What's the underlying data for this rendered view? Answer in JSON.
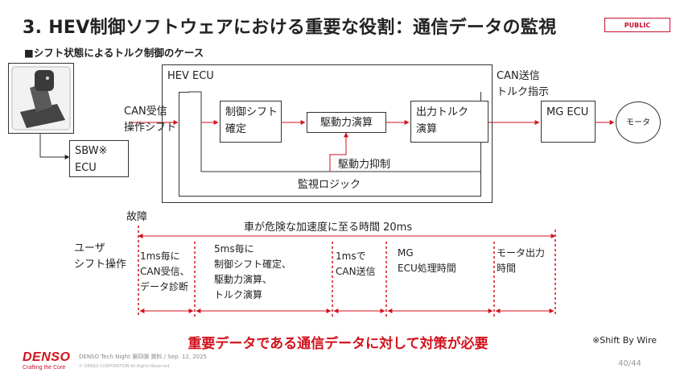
{
  "title": "3. HEV制御ソフトウェアにおける重要な役割：通信データの監視",
  "classification": "PUBLIC",
  "subtitle": "■シフト状態によるトルク制御のケース",
  "diagram": {
    "hev_ecu_label": "HEV ECU",
    "sbw_line1": "SBW※",
    "sbw_line2": "ECU",
    "can_recv_line1": "CAN受信",
    "can_recv_line2": "操作シフト",
    "shift_confirm_line1": "制御シフト",
    "shift_confirm_line2": "確定",
    "drive_calc": "駆動力演算",
    "output_torque_line1": "出力トルク",
    "output_torque_line2": "演算",
    "drive_suppress": "駆動力抑制",
    "monitor_logic": "監視ロジック",
    "can_send_line1": "CAN送信",
    "can_send_line2": "トルク指示",
    "mg_ecu": "MG ECU",
    "motor": "モータ"
  },
  "timeline": {
    "fault": "故障",
    "total": "車が危険な加速度に至る時間 20ms",
    "user_line1": "ユーザ",
    "user_line2": "シフト操作",
    "seg1": [
      "1ms毎に",
      "CAN受信、",
      "データ診断"
    ],
    "seg2": [
      "5ms毎に",
      "制御シフト確定、",
      "駆動力演算、",
      "トルク演算"
    ],
    "seg3": [
      "1msで",
      "CAN送信"
    ],
    "seg4": [
      "MG",
      "ECU処理時間"
    ],
    "seg5": [
      "モータ出力",
      "時間"
    ]
  },
  "warning": "重要データである通信データに対して対策が必要",
  "footnote": "※Shift By Wire",
  "footer": {
    "logo": "DENSO",
    "tagline": "Crafting the Core",
    "info": "DENSO Tech Night 第四弾 資料 / Sep. 12, 2025",
    "copyright": "© DENSO CORPORATION All Rights Reserved.",
    "page": "40/44"
  },
  "colors": {
    "accent": "#d3121c",
    "arrow": "#d3121c",
    "line": "#333333"
  }
}
